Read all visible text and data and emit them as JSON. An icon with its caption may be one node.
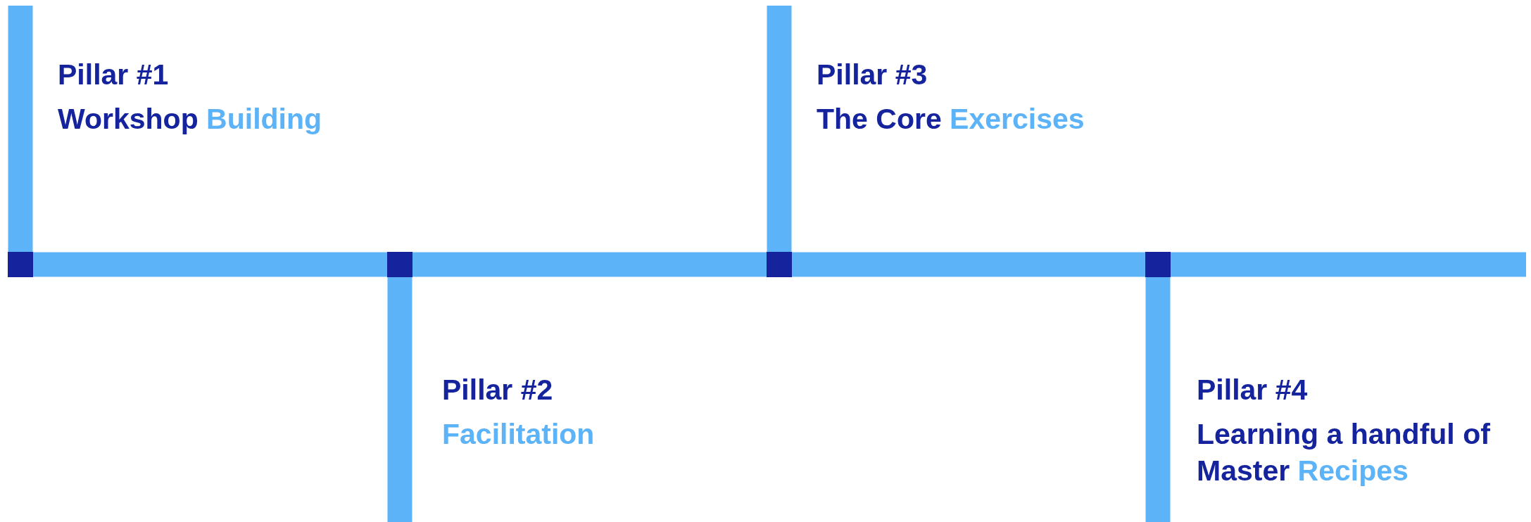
{
  "diagram": {
    "nodes": [
      {
        "text": [
          "Pillar #1",
          "Workshop **Building**"
        ]
      },
      {
        "text": [
          "Pillar #2",
          "**Facilitation**"
        ]
      },
      {
        "text": [
          "Pillar #3",
          "The Core **Exercises**"
        ]
      },
      {
        "text": [
          "Pillar #4",
          "Learning a handful of Master **Recipes**"
        ]
      },
      {
        "text": [],
        "shape": "box"
      },
      {
        "text": [],
        "shape": "box"
      },
      {
        "text": [],
        "shape": "box"
      },
      {
        "text": [],
        "shape": "box"
      }
    ],
    "edges": [
      {
        "from": 4,
        "to": 5,
        "arrow": "none"
      },
      {
        "from": 5,
        "to": 6,
        "arrow": "none"
      },
      {
        "from": 6,
        "to": 7,
        "arrow": "none"
      },
      {
        "from": 7,
        "to": null,
        "arrow": "none"
      },
      {
        "from": 4,
        "to": null,
        "arrow": "none"
      },
      {
        "from": 5,
        "to": null,
        "arrow": "none"
      },
      {
        "from": 6,
        "to": null,
        "arrow": "none"
      },
      {
        "from": 7,
        "to": null,
        "arrow": "none"
      }
    ]
  }
}
